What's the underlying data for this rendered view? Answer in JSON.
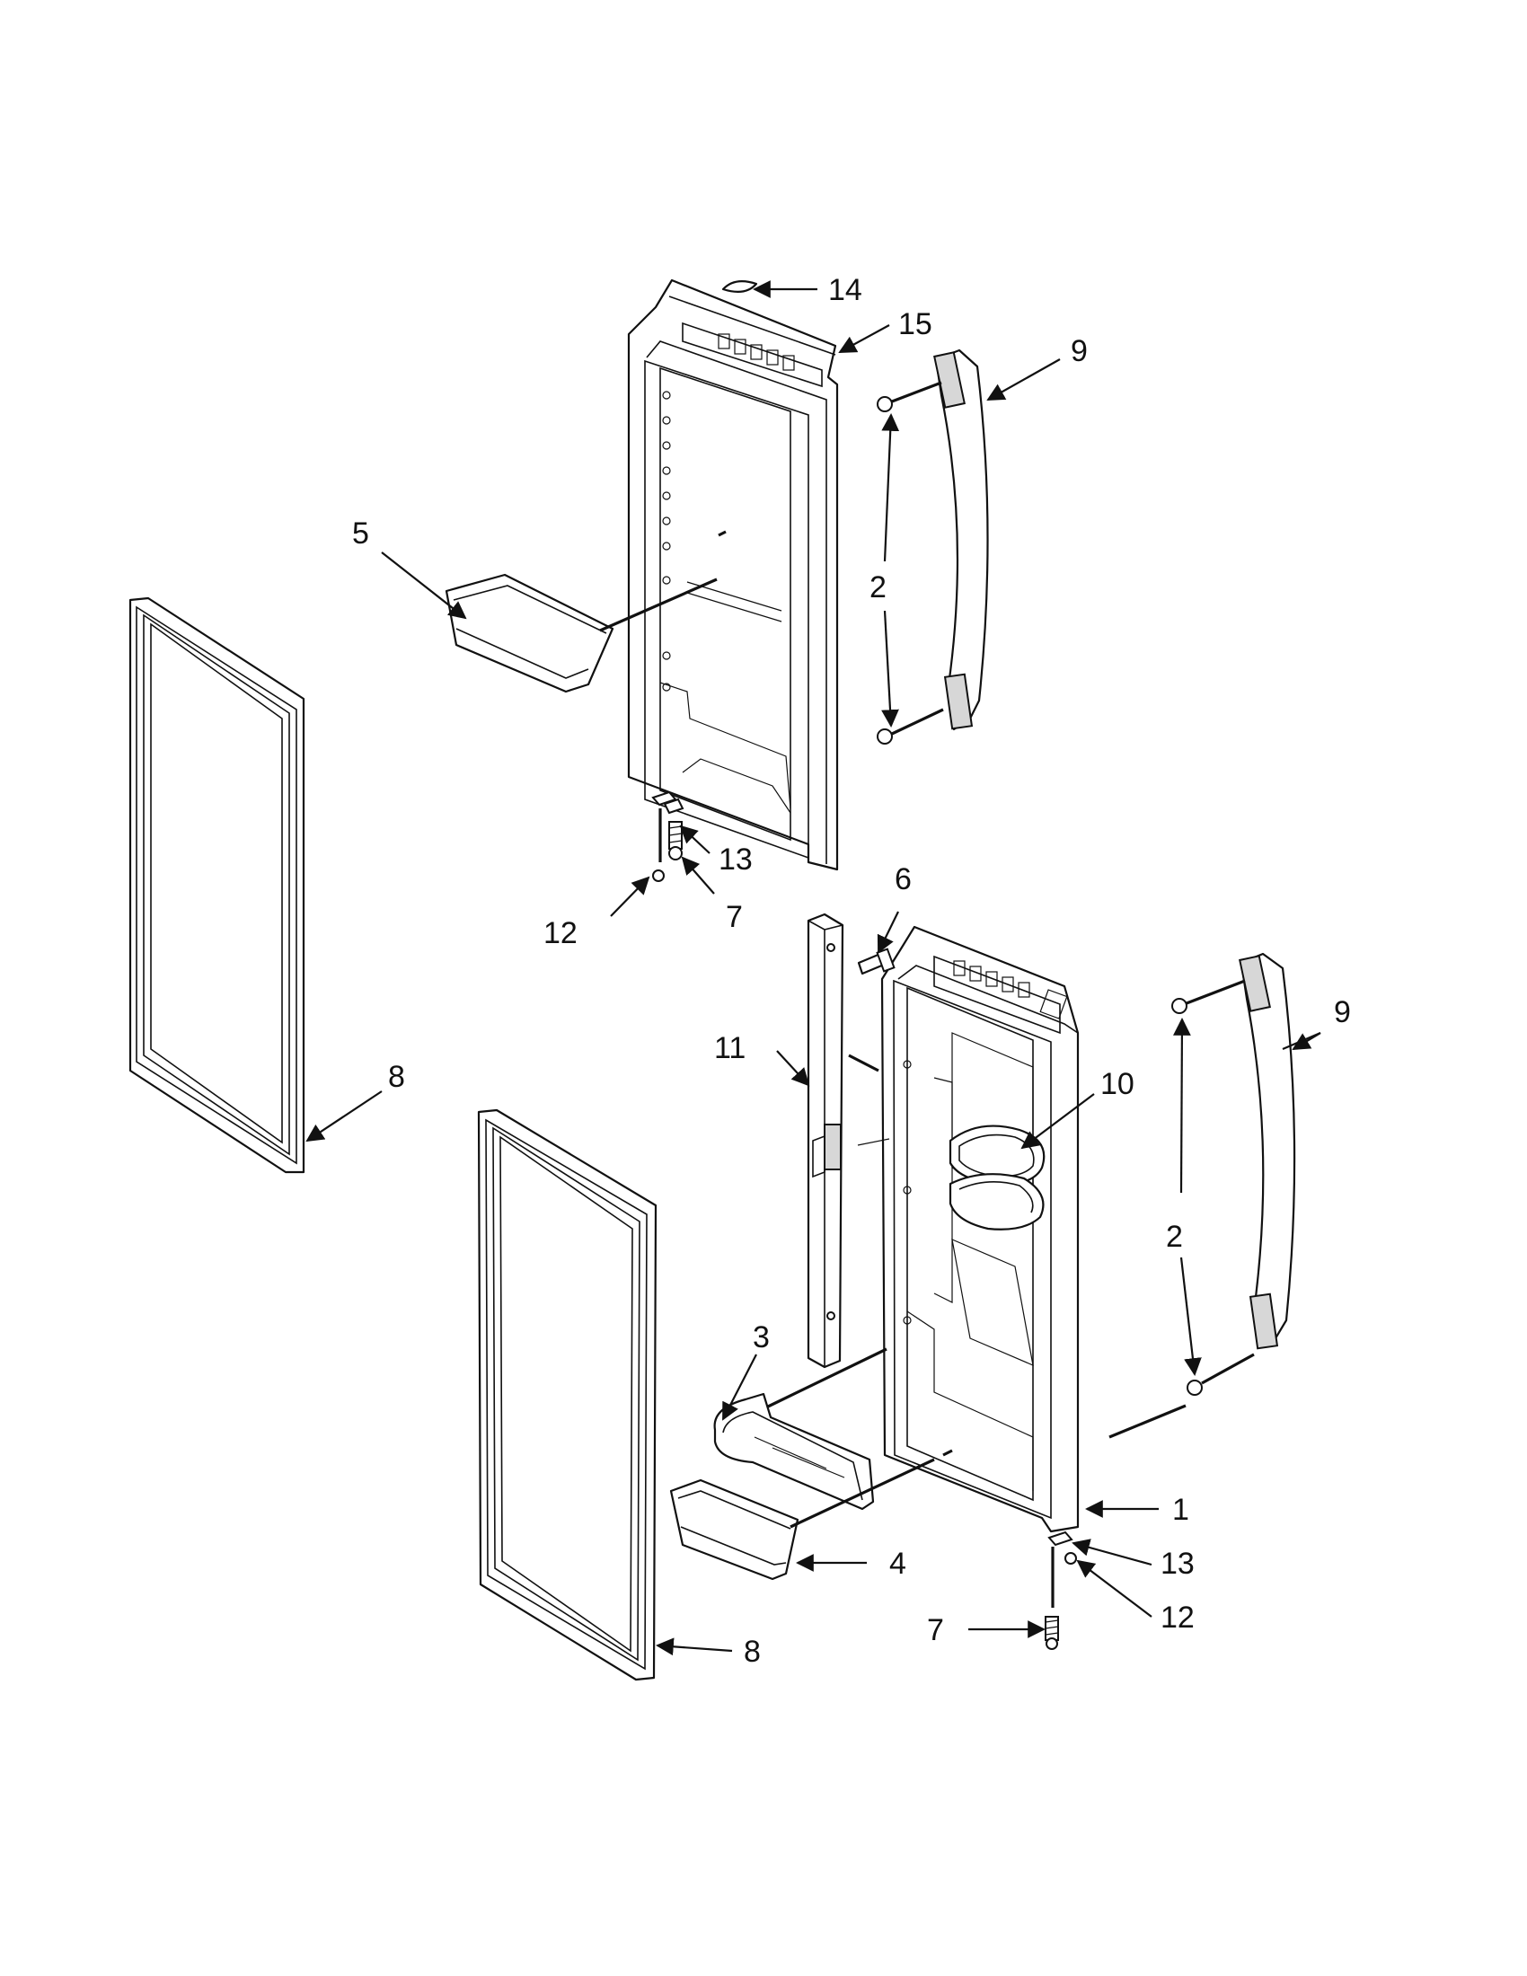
{
  "callouts": {
    "c1": "1",
    "c2_upper": "2",
    "c2_lower": "2",
    "c3": "3",
    "c4": "4",
    "c5": "5",
    "c6": "6",
    "c7_upper": "7",
    "c7_lower": "7",
    "c8_upper": "8",
    "c8_lower": "8",
    "c9_upper": "9",
    "c9_lower": "9",
    "c10": "10",
    "c11": "11",
    "c12_upper": "12",
    "c12_lower": "12",
    "c13_upper": "13",
    "c13_lower": "13",
    "c14": "14",
    "c15": "15"
  },
  "colors": {
    "line": "#111111",
    "background": "#ffffff",
    "shade": "#d7d7d7"
  }
}
